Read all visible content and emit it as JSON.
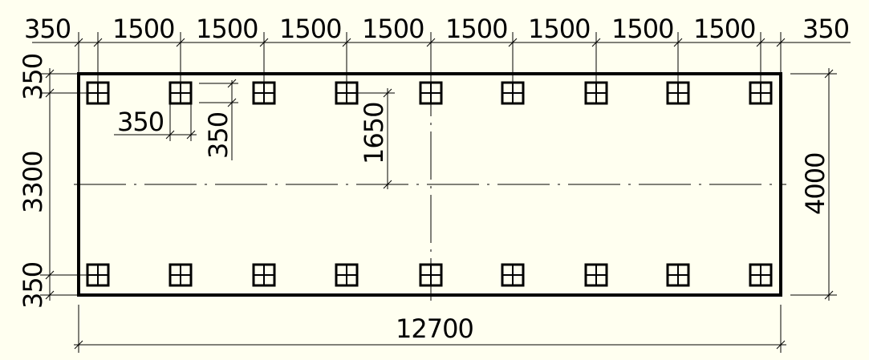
{
  "colors": {
    "background": "#fffff0",
    "lines": "#000000"
  },
  "dimensions": {
    "top": [
      "350",
      "1500",
      "1500",
      "1500",
      "1500",
      "1500",
      "1500",
      "1500",
      "1500",
      "350"
    ],
    "left": [
      "350",
      "3300",
      "350"
    ],
    "overall_length": "12700",
    "overall_width": "4000",
    "post_width": "350",
    "post_depth": "350",
    "center_offset": "1650"
  },
  "post_count": 18
}
